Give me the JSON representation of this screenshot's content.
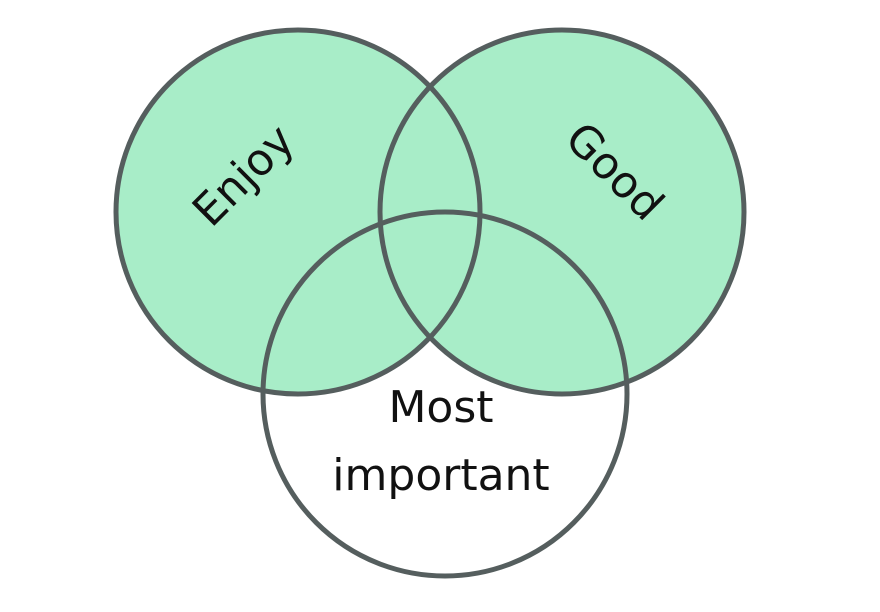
{
  "diagram": {
    "type": "venn",
    "sets": [
      {
        "label": "Enjoy",
        "fill": "#a8edc8"
      },
      {
        "label": "Good",
        "fill": "#a8edc8"
      },
      {
        "label_line1": "Most",
        "label_line2": "important",
        "fill": "#ffffff"
      }
    ],
    "stroke_color": "#555e5e"
  }
}
